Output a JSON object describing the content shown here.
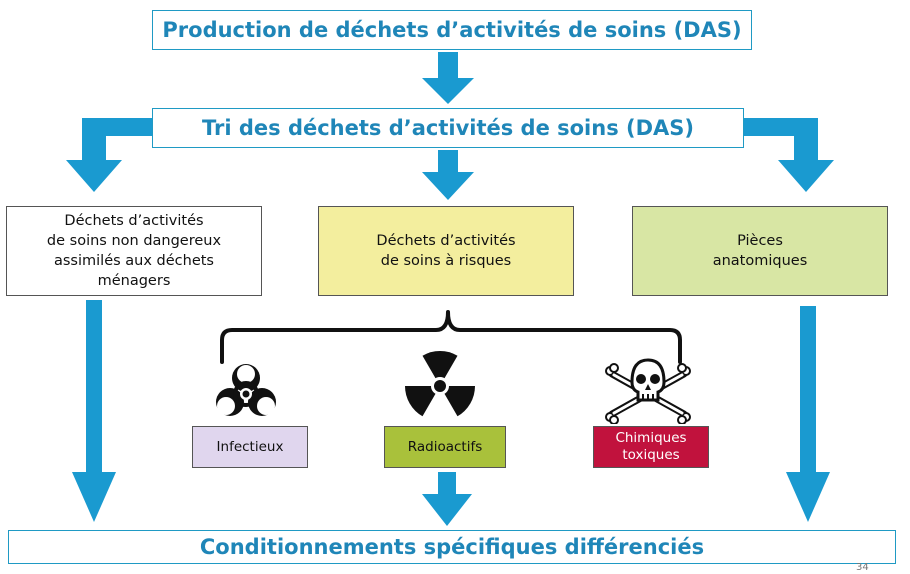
{
  "title": "Production de déchets d’activités de soins (DAS)",
  "sorting": "Tri des déchets d’activités de soins (DAS)",
  "categories": [
    {
      "label": "Déchets d’activités\nde soins non dangereux\nassimilés aux déchets\nménagers",
      "color": "#ffffff"
    },
    {
      "label": "Déchets d’activités\nde soins à risques",
      "color": "#f3ee9e"
    },
    {
      "label": "Pièces\nanatomiques",
      "color": "#d8e6a4"
    }
  ],
  "risk_types": [
    {
      "label": "Infectieux",
      "icon": "biohazard-icon",
      "color": "#e0d6ee"
    },
    {
      "label": "Radioactifs",
      "icon": "radiation-icon",
      "color": "#a9c13b"
    },
    {
      "label": "Chimiques\ntoxiques",
      "icon": "skull-crossbones-icon",
      "color": "#c1123d"
    }
  ],
  "bottom": "Conditionnements spécifiques différenciés",
  "arrow_color": "#1a9ad0",
  "page_number": "34"
}
